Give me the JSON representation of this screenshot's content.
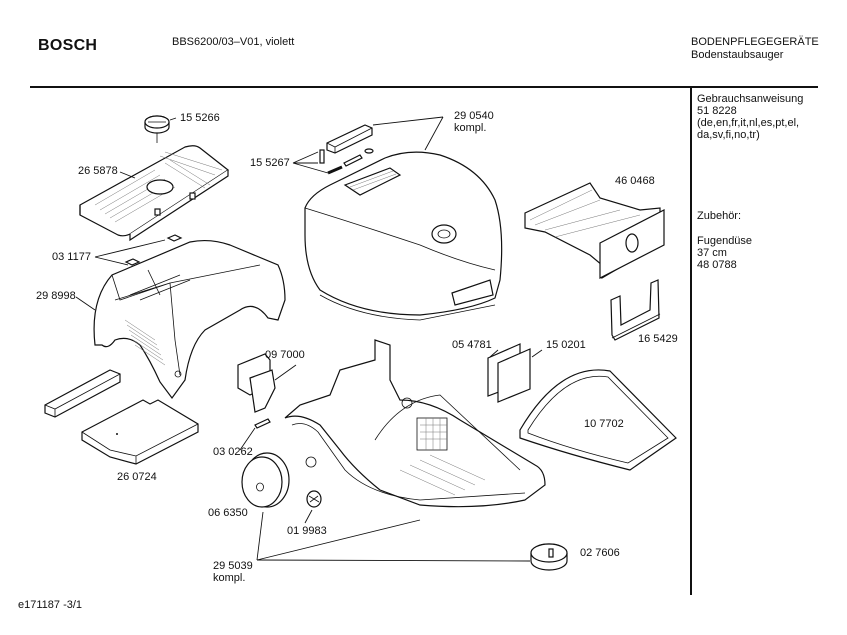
{
  "header": {
    "brand": "BOSCH",
    "model": "BBS6200/03–V01, violett",
    "category": "BODENPFLEGEGERÄTE",
    "subcategory": "Bodenstaubsauger"
  },
  "sidebar": {
    "manual_title": "Gebrauchsanweisung",
    "manual_number": "51 8228",
    "manual_languages_1": "(de,en,fr,it,nl,es,pt,el,",
    "manual_languages_2": "da,sv,fi,no,tr)",
    "accessories_title": "Zubehör:",
    "accessory_name": "Fugendüse",
    "accessory_size": "37 cm",
    "accessory_number": "48 0788"
  },
  "parts": [
    {
      "id": "p155266",
      "number": "15 5266",
      "name": "knob"
    },
    {
      "id": "p265878",
      "number": "26 5878",
      "name": "filter-cover"
    },
    {
      "id": "p155267",
      "number": "15 5267",
      "name": "latch-small-parts"
    },
    {
      "id": "p290540",
      "number": "29 0540",
      "suffix": "kompl.",
      "name": "top-cover"
    },
    {
      "id": "p031177",
      "number": "03 1177",
      "name": "clips"
    },
    {
      "id": "p460468",
      "number": "46 0468",
      "name": "dust-bag"
    },
    {
      "id": "p298998",
      "number": "29 8998",
      "name": "housing-shell"
    },
    {
      "id": "p165429",
      "number": "16 5429",
      "name": "bag-holder"
    },
    {
      "id": "p054781",
      "number": "05 4781",
      "name": "filter-pad"
    },
    {
      "id": "p150201",
      "number": "15 0201",
      "name": "filter-frame"
    },
    {
      "id": "p097000",
      "number": "09 7000",
      "name": "switch-slider"
    },
    {
      "id": "p107702",
      "number": "10 7702",
      "name": "seal"
    },
    {
      "id": "p030262",
      "number": "03 0262",
      "name": "pin"
    },
    {
      "id": "p260724",
      "number": "26 0724",
      "name": "filter-plate"
    },
    {
      "id": "p066350",
      "number": "06 6350",
      "name": "wheel"
    },
    {
      "id": "p019983",
      "number": "01 9983",
      "name": "retaining-ring"
    },
    {
      "id": "p027606",
      "number": "02 7606",
      "name": "castor"
    },
    {
      "id": "p295039",
      "number": "29 5039",
      "suffix": "kompl.",
      "name": "base-assembly"
    }
  ],
  "footer": {
    "doc_id": "e171187 -3/1"
  }
}
